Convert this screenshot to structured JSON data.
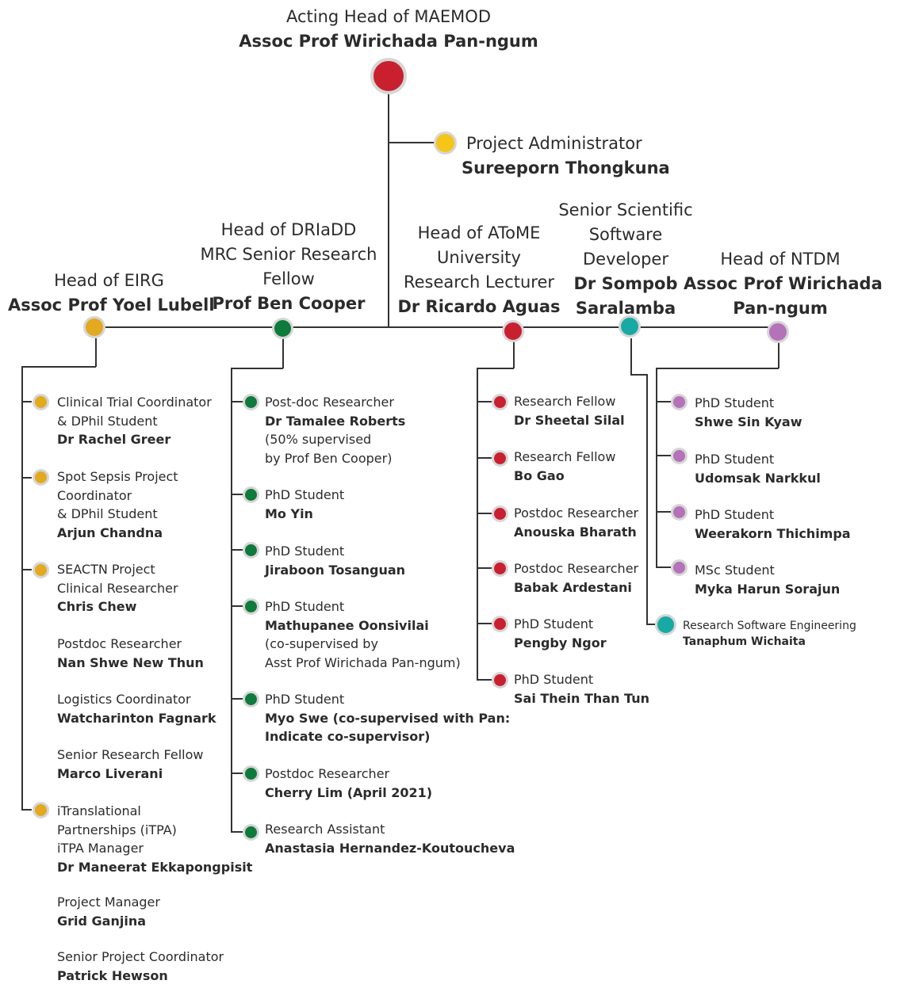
{
  "colors": {
    "red": "#c9202f",
    "yellow": "#f6c51a",
    "orange": "#e3a91f",
    "green": "#0e7a3b",
    "teal": "#19a9a4",
    "purple": "#b572b8",
    "line": "#333333"
  },
  "top": {
    "role": "Acting Head of MAEMOD",
    "name": "Assoc Prof Wirichada Pan-ngum"
  },
  "admin": {
    "role": "Project Administrator",
    "name": "Sureeporn Thongkuna"
  },
  "heads": {
    "eirg": {
      "role1": "Head of EIRG",
      "name1": "Assoc Prof Yoel Lubell"
    },
    "driadd": {
      "role1": "Head of DRIaDD",
      "role2": "MRC Senior Research",
      "role3": "Fellow",
      "name1": "Prof Ben Cooper"
    },
    "atome": {
      "role1": "Head of AToME",
      "role2": "University",
      "role3": "Research Lecturer",
      "name1": "Dr Ricardo Aguas"
    },
    "sssd": {
      "role1": "Senior Scientific",
      "role2": "Software",
      "role3": "Developer",
      "name1": "Dr Sompob",
      "name2": "Saralamba"
    },
    "ntdm": {
      "role1": "Head of NTDM",
      "name1": "Assoc Prof Wirichada",
      "name2": "Pan-ngum"
    }
  },
  "eirg_members": [
    {
      "role1": "Clinical Trial Coordinator",
      "role2": "& DPhil Student",
      "name": "Dr Rachel Greer"
    },
    {
      "role1": "Spot Sepsis Project",
      "role2": "Coordinator",
      "role3": "& DPhil Student",
      "name": "Arjun Chandna"
    },
    {
      "role1": "SEACTN Project",
      "role2": "Clinical Researcher",
      "name": "Chris Chew"
    },
    {
      "role1": "Postdoc Researcher",
      "name": "Nan Shwe New Thun"
    },
    {
      "role1": "Logistics Coordinator",
      "name": "Watcharinton Fagnark"
    },
    {
      "role1": "Senior Research Fellow",
      "name": "Marco Liverani"
    },
    {
      "role1": "iTranslational",
      "role2": "Partnerships (iTPA)",
      "role3": "iTPA Manager",
      "name": "Dr Maneerat Ekkapongpisit"
    },
    {
      "role1": "Project Manager",
      "name": "Grid Ganjina"
    },
    {
      "role1": "Senior Project Coordinator",
      "name": "Patrick Hewson"
    }
  ],
  "driadd_members": [
    {
      "role1": "Post-doc Researcher",
      "name": "Dr Tamalee Roberts",
      "note1": "(50% supervised",
      "note2": "by Prof Ben Cooper)"
    },
    {
      "role1": "PhD Student",
      "name": "Mo Yin"
    },
    {
      "role1": "PhD Student",
      "name": "Jiraboon Tosanguan"
    },
    {
      "role1": "PhD Student",
      "name": "Mathupanee Oonsivilai",
      "note1": "(co-supervised by",
      "note2": " Asst Prof Wirichada Pan-ngum)"
    },
    {
      "role1": "PhD Student",
      "name": "Myo Swe (co-supervised with Pan:",
      "name2": "Indicate co-supervisor)"
    },
    {
      "role1": "Postdoc Researcher",
      "name": "Cherry Lim (April 2021)"
    },
    {
      "role1": "Research Assistant",
      "name": "Anastasia Hernandez-Koutoucheva"
    }
  ],
  "atome_members": [
    {
      "role1": "Research Fellow",
      "name": "Dr Sheetal Silal"
    },
    {
      "role1": "Research Fellow",
      "name": "Bo Gao"
    },
    {
      "role1": "Postdoc Researcher",
      "name": "Anouska Bharath"
    },
    {
      "role1": "Postdoc Researcher",
      "name": "Babak Ardestani"
    },
    {
      "role1": "PhD Student",
      "name": "Pengby Ngor"
    },
    {
      "role1": "PhD Student",
      "name": "Sai Thein Than Tun"
    }
  ],
  "ntdm_members": [
    {
      "role1": "PhD Student",
      "name": "Shwe Sin Kyaw"
    },
    {
      "role1": "PhD Student",
      "name": "Udomsak Narkkul"
    },
    {
      "role1": "PhD Student",
      "name": "Weerakorn Thichimpa"
    },
    {
      "role1": "MSc Student",
      "name": "Myka Harun Sorajun"
    }
  ],
  "rse": {
    "role1": "Research Software Engineering",
    "name": "Tanaphum Wichaita"
  }
}
